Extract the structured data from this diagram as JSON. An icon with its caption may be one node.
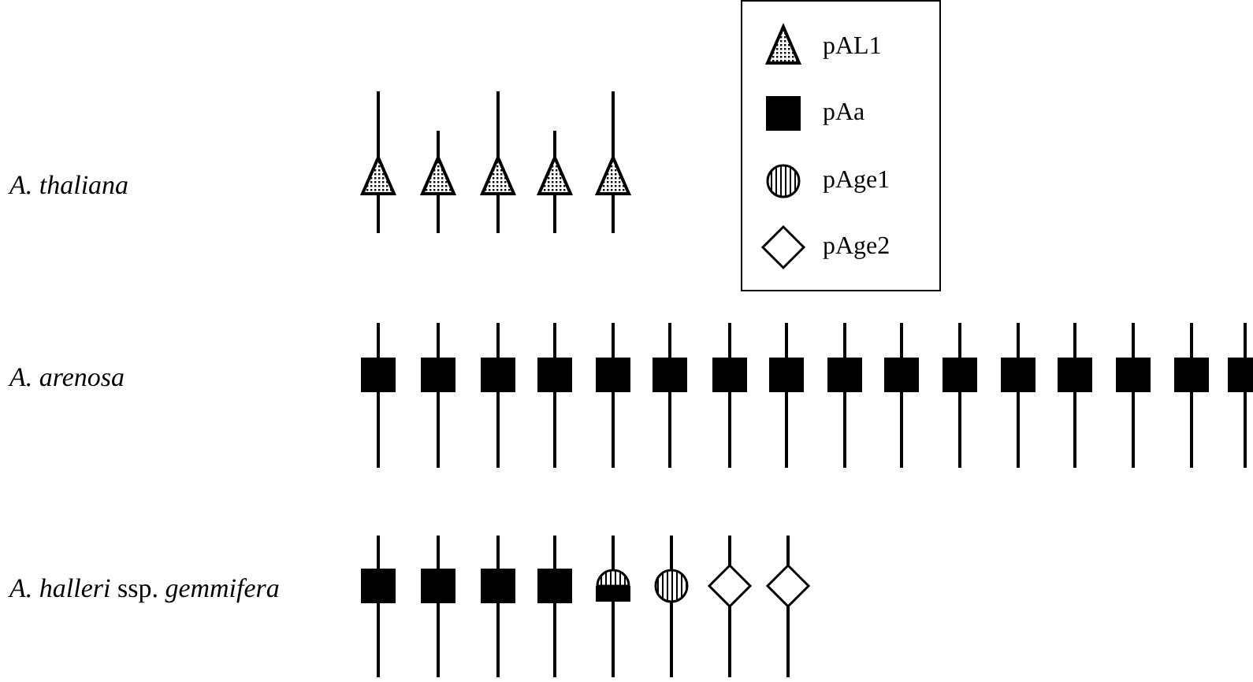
{
  "diagram": {
    "labels": [
      "A. thaliana",
      "A. arenosa",
      "*A. halleri* ssp. *gemmifera*"
    ],
    "legend": [
      {
        "text": "pAL1"
      },
      {
        "text": "pAa"
      },
      {
        "text": "pAge1"
      },
      {
        "text": "pAge2"
      }
    ]
  }
}
